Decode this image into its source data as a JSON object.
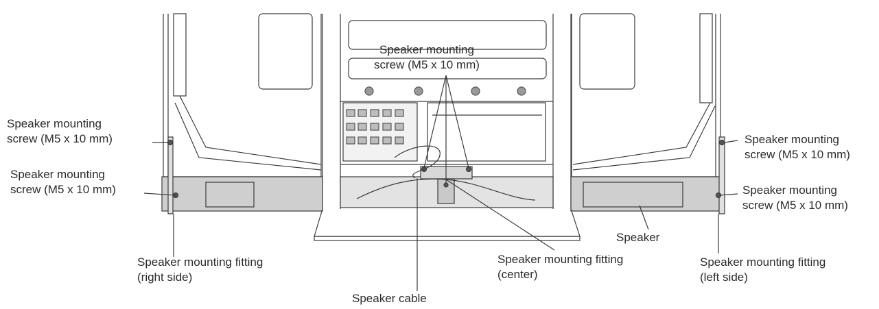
{
  "labels": {
    "screw_top": [
      "Speaker mounting",
      "screw (M5 x 10 mm)"
    ],
    "screw_left_upper": [
      "Speaker mounting",
      "screw (M5 x 10 mm)"
    ],
    "screw_left_lower": [
      "Speaker mounting",
      "screw (M5 x 10 mm)"
    ],
    "screw_right_upper": [
      "Speaker mounting",
      "screw (M5 x 10 mm)"
    ],
    "screw_right_lower": [
      "Speaker mounting",
      "screw (M5 x 10 mm)"
    ],
    "speaker": "Speaker",
    "fitting_right_side": [
      "Speaker mounting fitting",
      "(right side)"
    ],
    "fitting_center": [
      "Speaker mounting fitting",
      "(center)"
    ],
    "fitting_left_side": [
      "Speaker mounting fitting",
      "(left side)"
    ],
    "cable": "Speaker cable"
  },
  "colors": {
    "line": "#3a3a3a",
    "panel_fill": "#ffffff",
    "speaker_fill": "#cfcfcf",
    "screw_fill": "#9a9a9a",
    "terminal_fill": "#bdbdbd"
  }
}
